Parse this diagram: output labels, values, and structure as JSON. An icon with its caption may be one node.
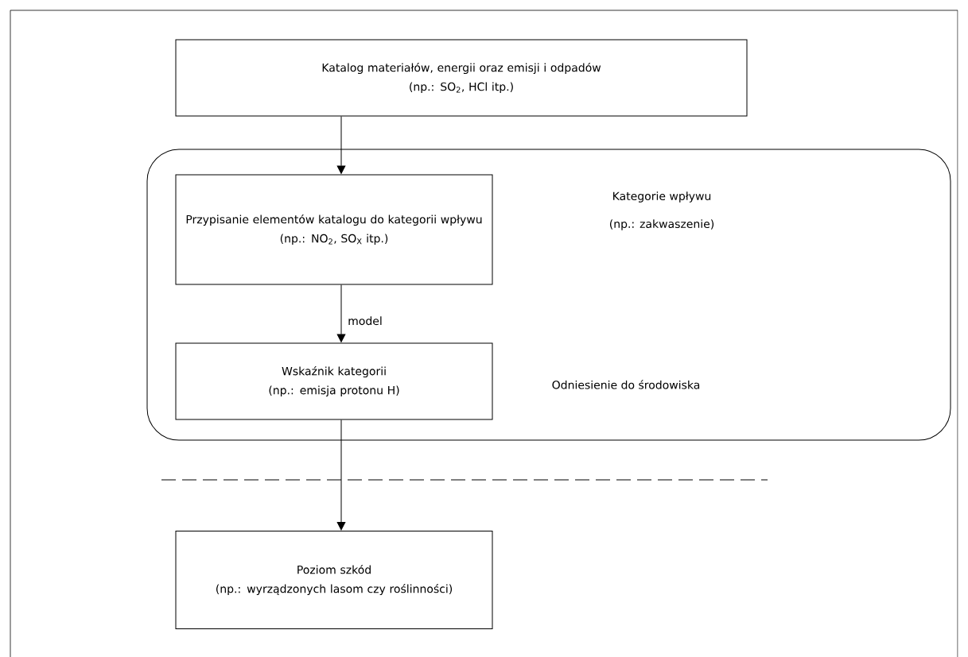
{
  "diagram": {
    "nodes": [
      {
        "text": [
          "Katalog materiałów, energii oraz emisji i odpadów",
          "(np.: SO$_{2}$, HCl itp.)"
        ]
      },
      {
        "text": [
          "Kategorie wpływu",
          "(np.: zakwaszenie)",
          "Odniesienie do środowiska"
        ]
      },
      {
        "text": [
          "Przypisanie elementów katalogu do kategorii wpływu",
          "(np.: NO$_{2}$, SO$_{X}$ itp.)"
        ],
        "in": 1
      },
      {
        "text": [
          "Wskaźnik kategorii",
          "(np.: emisja protonu H)"
        ],
        "in": 1
      },
      {
        "text": [
          "Poziom szkód",
          "(np.: wyrządzonych lasom czy roślinności)"
        ]
      }
    ],
    "edges": [
      {
        "from": 0,
        "to": 2,
        "arrow": "to"
      },
      {
        "from": 2,
        "to": 3,
        "arrow": "to",
        "label": "model"
      },
      {
        "from": 3,
        "to": 4,
        "arrow": "to"
      }
    ]
  }
}
